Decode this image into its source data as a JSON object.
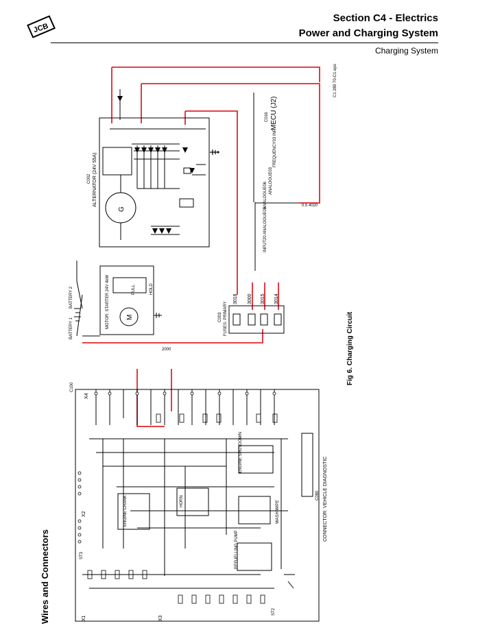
{
  "header": {
    "section": "Section C4 - Electrics",
    "subsection": "Power and Charging System",
    "topic": "Charging System"
  },
  "logo": {
    "text": "JCB"
  },
  "side_title": "Wires and Connectors",
  "figure_caption": "Fig 6. Charging Circuit",
  "figure_code": "C1 289 70-C1.eps",
  "components": {
    "alternator": "ALTERNATOR (24V 55A)",
    "alternator_id": "C002",
    "battery1": "BATTERY 1",
    "battery2": "BATTERY 2",
    "starter": "MOTOR: STARTER 24V 4kW",
    "fuses": "FUSES: PRIMARY",
    "fuses_id": "C003",
    "mecu": "MECU (J2)",
    "mecu_id": "C016",
    "diag_conn": "CONNECTOR: VEHICLE DIAGNOSTIC",
    "diag_id": "C080",
    "relay_block": "C100",
    "relays": [
      "ENGINE CRANK",
      "HORN",
      "WASH WIPE",
      "ENGINE SHUTDOWN",
      "REFUELLING PUMP"
    ],
    "pull": "PULL",
    "hold": "HOLD"
  },
  "connectors": [
    "X1",
    "X2",
    "X3",
    "X4",
    "ST2",
    "ST3"
  ],
  "wire_numbers": [
    "3018",
    "3000",
    "3015",
    "3014",
    "2000",
    "0.5 4020"
  ],
  "mecu_pins": [
    "INPUT20 ANALOGUE05",
    "ANALOGUE06",
    "ANALOGUE03",
    "FREQUENCY03 INP"
  ],
  "colors": {
    "highlight": "#e0242b",
    "line": "#000000"
  }
}
